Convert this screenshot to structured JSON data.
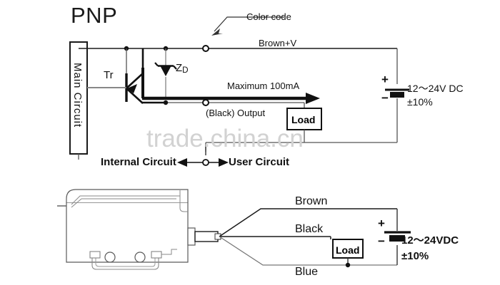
{
  "page": {
    "title": "PNP",
    "watermark": "trade.china.cn"
  },
  "upper_diagram": {
    "main_circuit_label": "Main Circuit",
    "transistor_label": "Tr",
    "zener_label": "Z",
    "zener_sub": "D",
    "color_code_label": "Color code",
    "brown_wire_label": "Brown+V",
    "current_label": "Maximum 100mA",
    "output_label": "(Black) Output",
    "load_label": "Load",
    "supply_plus": "+",
    "supply_minus": "−",
    "supply_voltage": "12～24V DC",
    "supply_tolerance": "±10%",
    "internal_circuit_label": "Internal Circuit",
    "user_circuit_label": "User Circuit"
  },
  "lower_diagram": {
    "brown_label": "Brown",
    "black_label": "Black",
    "blue_label": "Blue",
    "load_label": "Load",
    "supply_plus": "+",
    "supply_minus": "−",
    "supply_voltage": "12～24VDC",
    "supply_tolerance": "±10%"
  },
  "colors": {
    "line": "#1a1a1a",
    "thin_line": "#555555",
    "sensor_outline": "#5a5a5a",
    "text": "#111111",
    "watermark": "#d2d2d2"
  }
}
